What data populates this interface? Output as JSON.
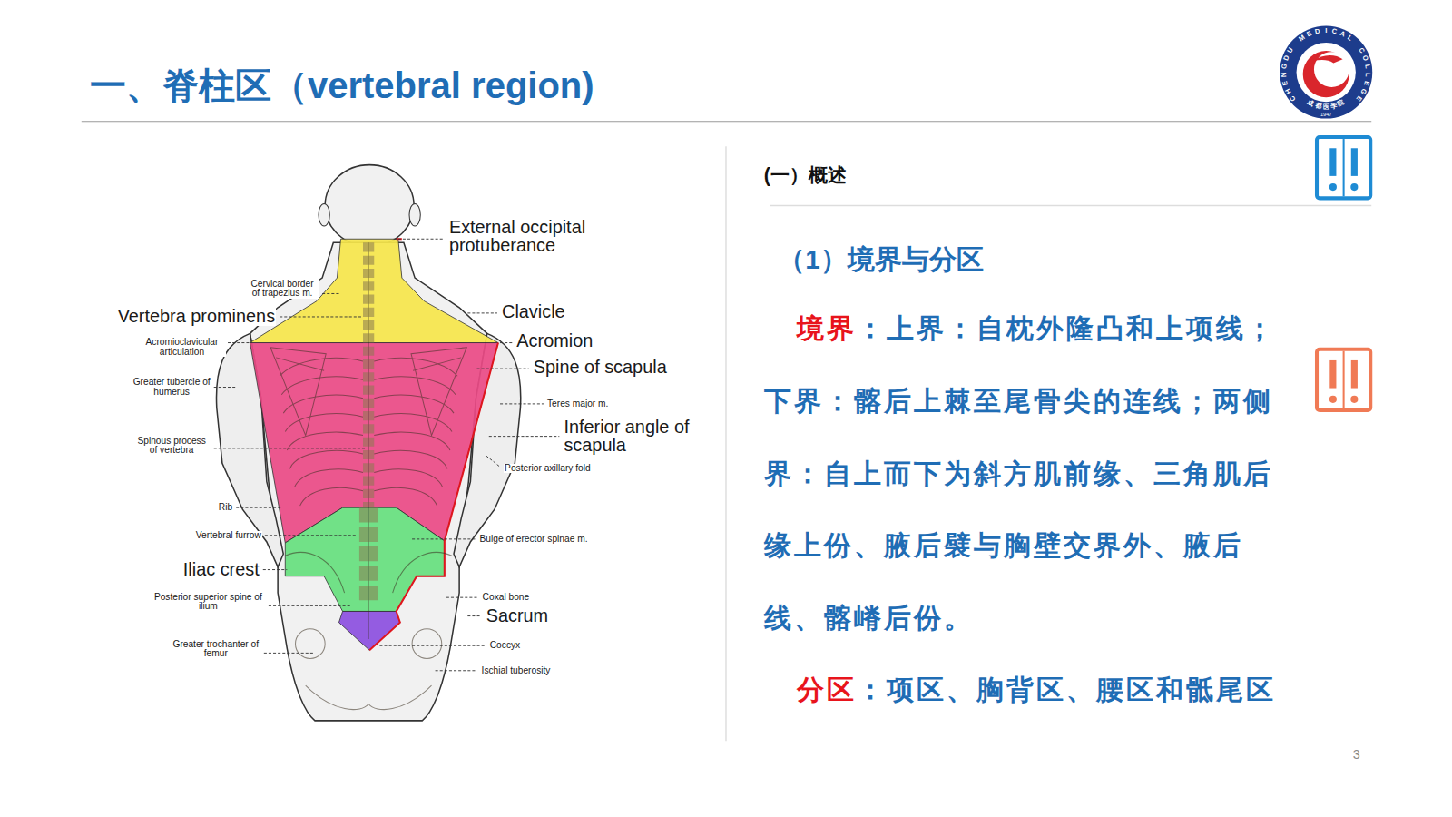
{
  "diagram": {
    "title": "一、脊柱区（vertebral region)",
    "labels": [
      "CHENGDU MEDICAL COLLEGE",
      "成都医学院",
      "1947",
      "(一）概述",
      "External occipital protuberance",
      "Cervical border of trapezius m.",
      "Vertebra prominens",
      "Clavicle",
      "Acromioclavicular articulation",
      "Acromion",
      "Spine of scapula",
      "Greater tubercle of humerus",
      "Teres major m.",
      "Inferior angle of scapula",
      "Spinous process of vertebra",
      "Posterior axillary fold",
      "Rib",
      "Vertebral furrow",
      "Bulge of erector spinae m.",
      "Iliac crest",
      "Coxal bone",
      "Posterior superior spine of ilium",
      "Sacrum",
      "Coccyx",
      "Greater trochanter of femur",
      "Ischial tuberosity",
      "（1）境界与分区",
      "境界",
      "：上界：自枕外隆凸和上项线；下界：髂后上棘至尾骨尖的连线；两侧界：自上而下为斜方肌前缘、三角肌后缘上份、腋后襞与胸壁交界外、腋后线、髂嵴后份。",
      "分区",
      "：项区、胸背区、腰区和骶尾区",
      "3"
    ]
  }
}
